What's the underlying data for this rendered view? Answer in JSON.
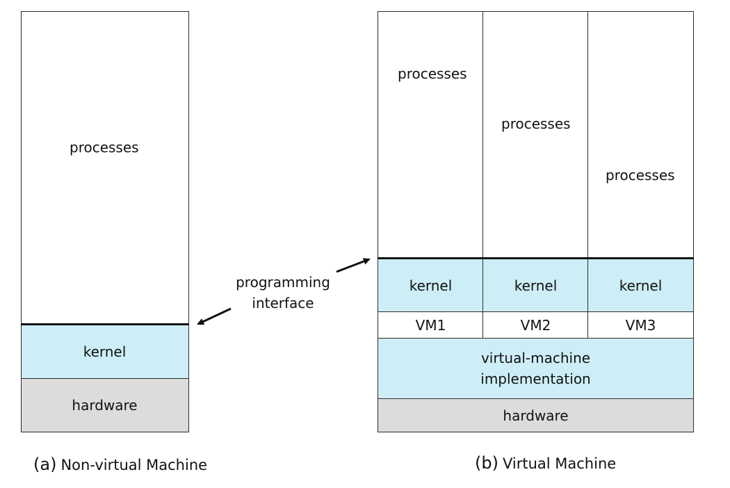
{
  "left": {
    "processes": "processes",
    "kernel": "kernel",
    "hardware": "hardware",
    "caption_tag": "(a)",
    "caption_text": "Non-virtual Machine"
  },
  "interface_label": {
    "line1": "programming",
    "line2": "interface"
  },
  "right": {
    "columns": [
      {
        "processes": "processes",
        "kernel": "kernel",
        "vm": "VM1"
      },
      {
        "processes": "processes",
        "kernel": "kernel",
        "vm": "VM2"
      },
      {
        "processes": "processes",
        "kernel": "kernel",
        "vm": "VM3"
      }
    ],
    "vmm_line1": "virtual-machine",
    "vmm_line2": "implementation",
    "hardware": "hardware",
    "caption_tag": "(b)",
    "caption_text": "Virtual Machine"
  },
  "colors": {
    "kernel": "#cdeef6",
    "hardware": "#dcdcdc",
    "border": "#2b2b2b"
  }
}
